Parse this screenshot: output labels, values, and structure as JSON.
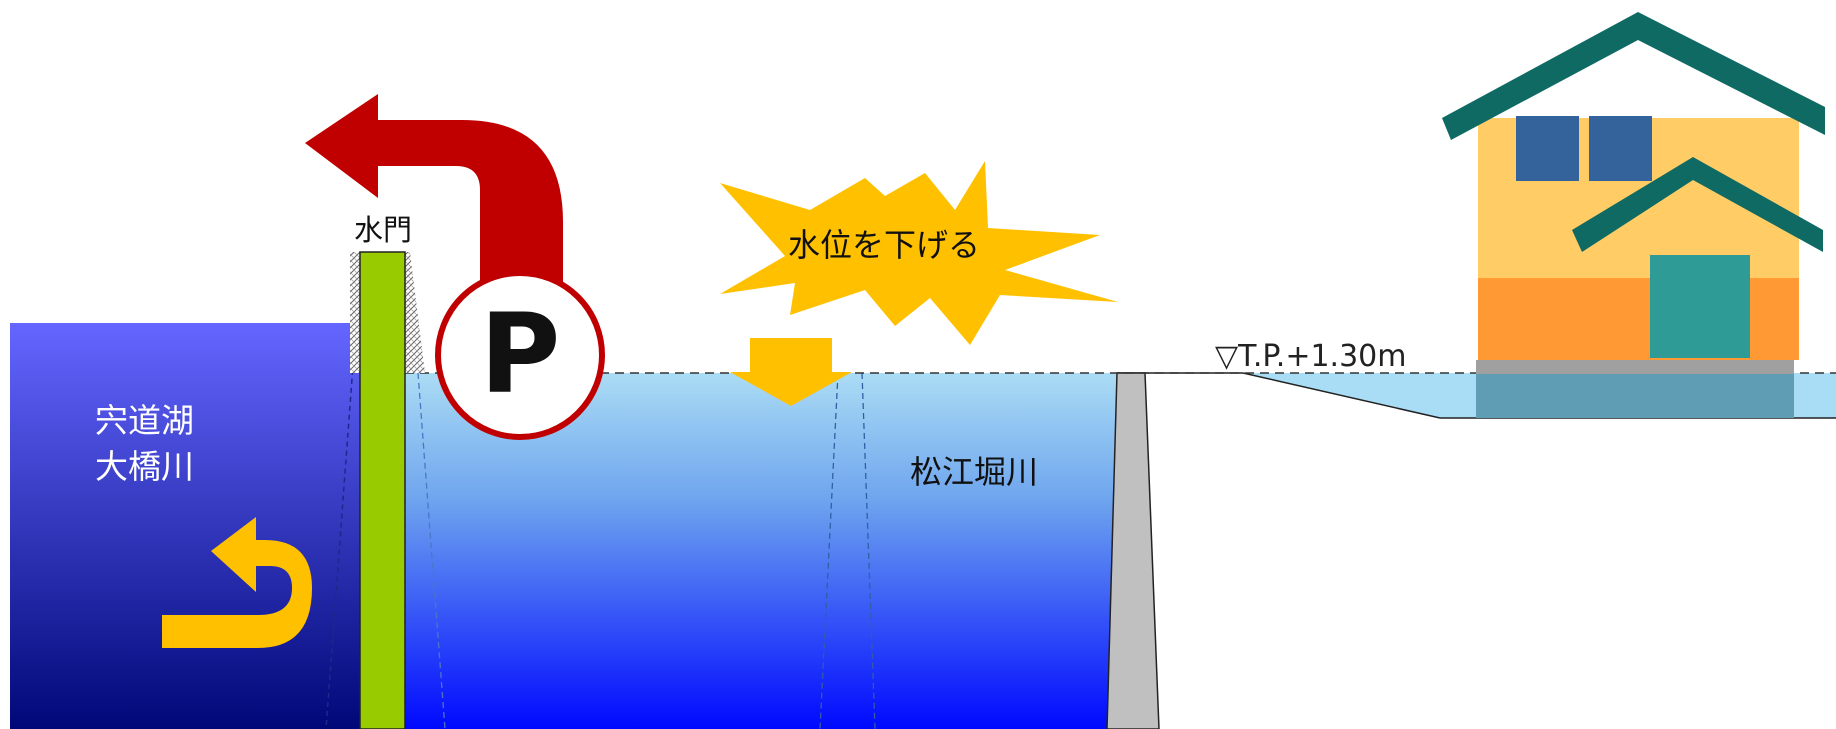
{
  "labels": {
    "gate": "水門",
    "pump_symbol": "P",
    "lower_water": "水位を下げる",
    "lake_line1": "宍道湖",
    "lake_line2": "大橋川",
    "canal": "松江堀川",
    "water_level": "▽T.P.+1.30m"
  },
  "colors": {
    "lake_top": "#6466ff",
    "lake_bottom": "#000878",
    "canal_top": "#a9dcf5",
    "canal_bottom": "#0009ff",
    "gate": "#99cc00",
    "pump_arrow": "#c00000",
    "yellow": "#ffc000",
    "roof": "#0e6a63",
    "house_wall": "#ffcc66",
    "house_window": "#33639a",
    "house_door": "#2f9b96",
    "house_base": "#ff9933",
    "wall": "#c0c0c0"
  },
  "icons": {
    "pump": "pump-p-icon",
    "discharge_arrow": "red-discharge-arrow-icon",
    "down_arrow": "yellow-down-arrow-icon",
    "return_arrow": "yellow-u-turn-arrow-icon",
    "burst": "starburst-icon",
    "house": "house-icon"
  }
}
